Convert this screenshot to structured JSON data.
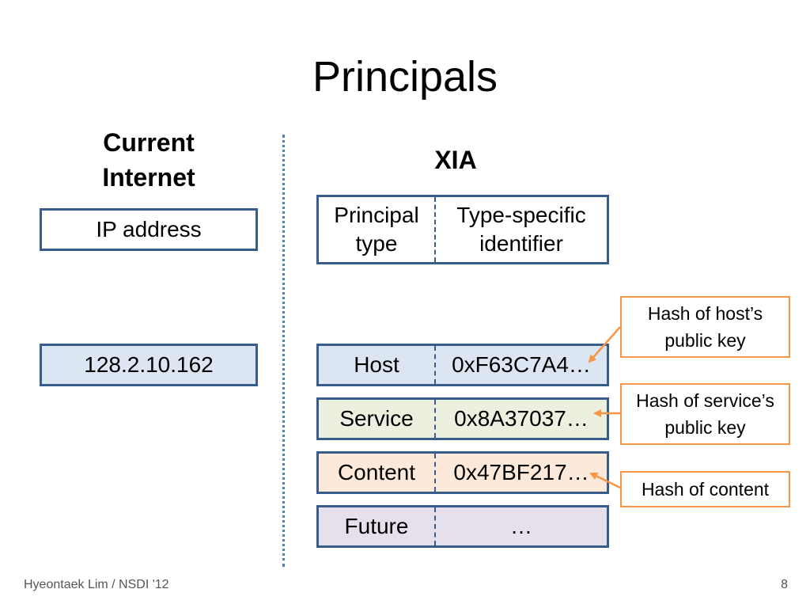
{
  "slide": {
    "title": "Principals",
    "footer_left": "Hyeontaek Lim / NSDI '12",
    "page_number": "8"
  },
  "current_internet": {
    "heading_line1": "Current",
    "heading_line2": "Internet",
    "field_label": "IP address",
    "example_value": "128.2.10.162",
    "example_fill": "#dce6f2"
  },
  "xia": {
    "heading": "XIA",
    "header_left_line1": "Principal",
    "header_left_line2": "type",
    "header_right_line1": "Type-specific",
    "header_right_line2": "identifier",
    "rows": [
      {
        "type": "Host",
        "identifier": "0xF63C7A4…",
        "fill": "#dce6f2"
      },
      {
        "type": "Service",
        "identifier": "0x8A37037…",
        "fill": "#ebf1de"
      },
      {
        "type": "Content",
        "identifier": "0x47BF217…",
        "fill": "#fde9d9"
      },
      {
        "type": "Future",
        "identifier": "…",
        "fill": "#e5e0ec"
      }
    ]
  },
  "callouts": [
    {
      "line1": "Hash of host’s",
      "line2": "public key"
    },
    {
      "line1": "Hash of service’s",
      "line2": "public key"
    },
    {
      "line1": "Hash of content",
      "line2": ""
    }
  ],
  "colors": {
    "box_border": "#385d8a",
    "callout_border": "#f79646",
    "divider": "#4f81bd"
  }
}
